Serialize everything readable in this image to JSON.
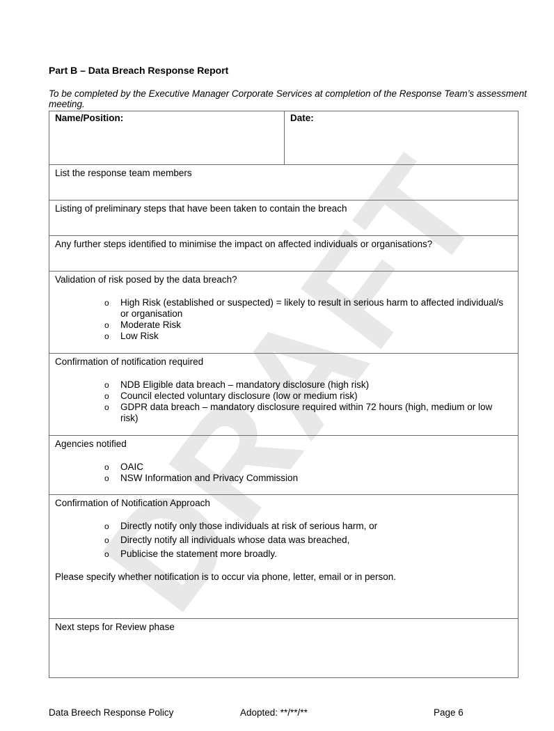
{
  "heading": "Part B – Data Breach Response Report",
  "intro": "To be completed by the Executive Manager Corporate Services at completion of the Response Team’s assessment meeting.",
  "form": {
    "name_label": "Name/Position:",
    "date_label": "Date:",
    "team_members": "List the response team members",
    "preliminary_steps": "Listing of preliminary steps that have been taken to contain the breach",
    "further_steps": "Any further steps identified to minimise the impact on affected individuals or organisations?",
    "risk": {
      "label": "Validation of risk posed by the data breach?",
      "options": [
        "High Risk (established or suspected) = likely to result in serious harm to affected individual/s or organisation",
        "Moderate Risk",
        "Low Risk"
      ]
    },
    "notification": {
      "label": "Confirmation of notification required",
      "options": [
        "NDB Eligible data breach – mandatory disclosure (high risk)",
        "Council elected voluntary disclosure (low or medium risk)",
        "GDPR data breach – mandatory disclosure required within 72 hours  (high, medium or low risk)"
      ]
    },
    "agencies": {
      "label": "Agencies notified",
      "options": [
        "OAIC",
        "NSW Information and Privacy Commission"
      ]
    },
    "approach": {
      "label": "Confirmation of Notification Approach",
      "options": [
        "Directly notify only those individuals at risk of serious harm, or",
        "Directly notify all individuals whose data was breached,",
        "Publicise the statement more broadly."
      ],
      "specify": "Please specify whether notification is to occur via phone, letter, email or in person."
    },
    "next_steps": "Next steps for Review phase"
  },
  "bullet_char": "o",
  "watermark": "DRAFT",
  "footer": {
    "doc_title": "Data Breech Response Policy",
    "adopted": "Adopted: **/**/**",
    "page": "Page 6"
  }
}
